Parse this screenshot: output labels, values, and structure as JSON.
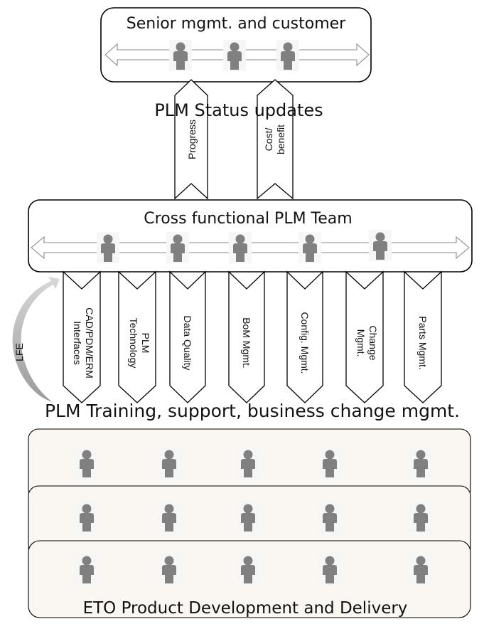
{
  "top_box": {
    "title": "Senior mgmt. and customer"
  },
  "status_label": "PLM Status updates",
  "status_arrows": [
    "Progress",
    "Cost/ benefit"
  ],
  "team_box": {
    "title": "Cross functional PLM Team"
  },
  "side_arrow_label": "LFE",
  "team_arrows": [
    "CAD/PDM/ERM Interfaces",
    "PLM Technology",
    "Data Quality",
    "BoM Mgmt.",
    "Config. Mgmt.",
    "Change Mgmt.",
    "Parts Mgmt."
  ],
  "training_label": "PLM Training, support, business change mgmt.",
  "bottom_box": {
    "title": "ETO Product Development and Delivery"
  },
  "colors": {
    "person": "#808080",
    "band_arrow": "#8a8a8a",
    "frame": "#000000"
  },
  "icons": {
    "person": "person-icon",
    "side_arrow": "curved-arrow-icon"
  }
}
